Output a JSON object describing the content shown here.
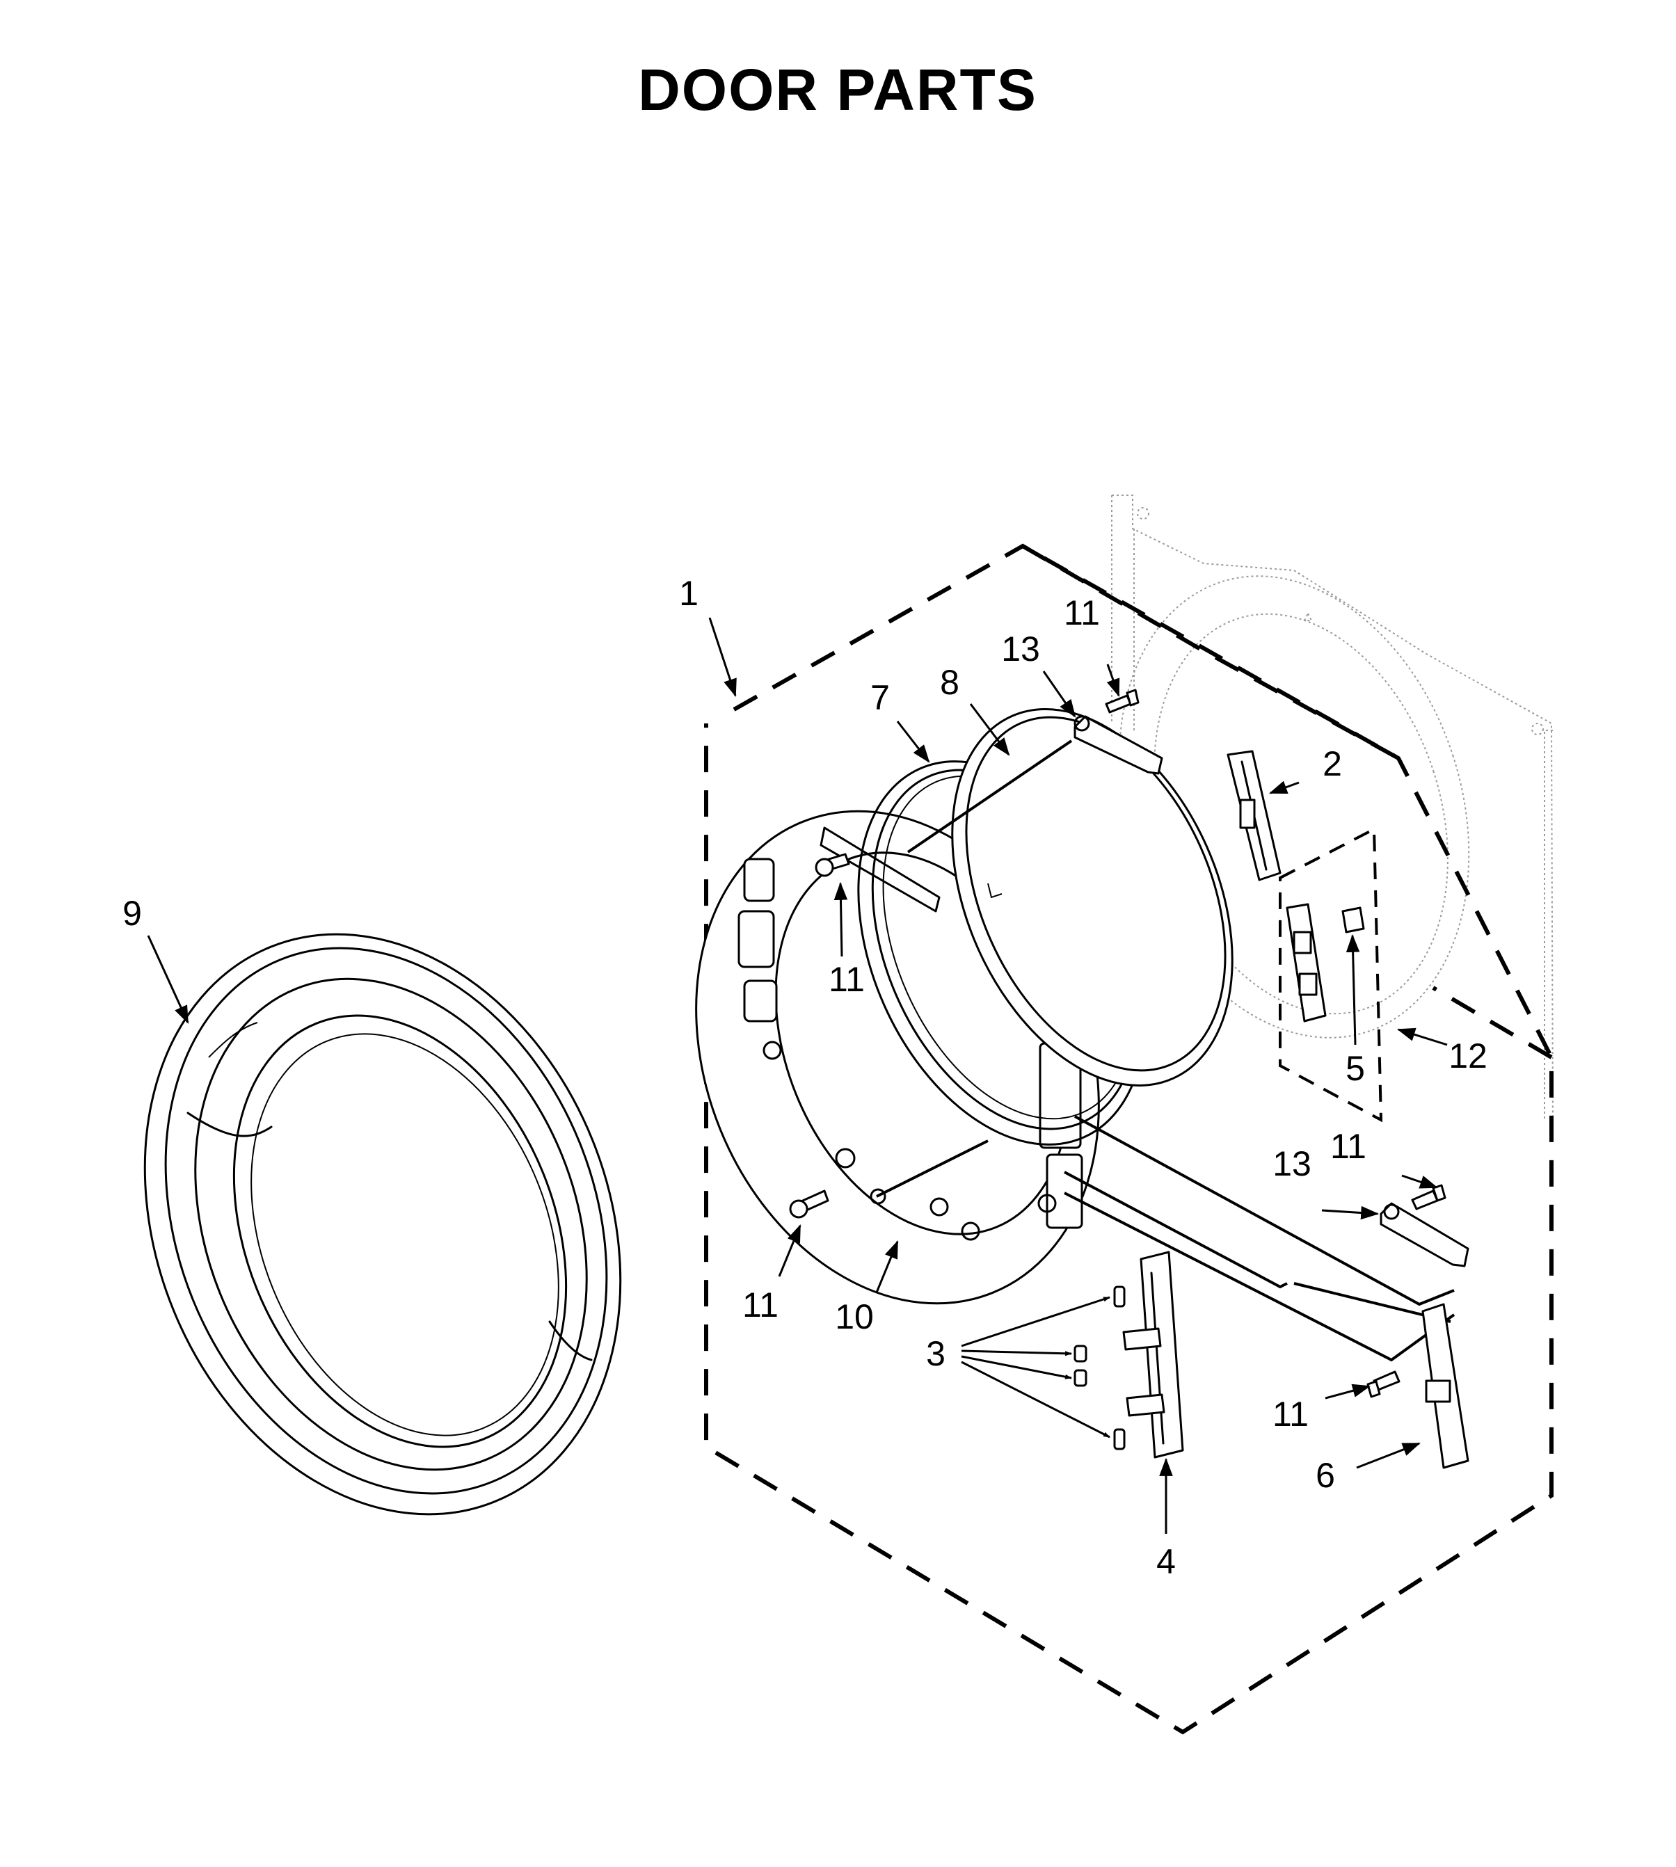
{
  "title": "DOOR PARTS",
  "callouts": {
    "c1": "1",
    "c2": "2",
    "c3": "3",
    "c4": "4",
    "c5": "5",
    "c6": "6",
    "c7": "7",
    "c8": "8",
    "c9": "9",
    "c10": "10",
    "c11a": "11",
    "c11b": "11",
    "c11c": "11",
    "c11d": "11",
    "c11e": "11",
    "c12": "12",
    "c13a": "13",
    "c13b": "13"
  }
}
